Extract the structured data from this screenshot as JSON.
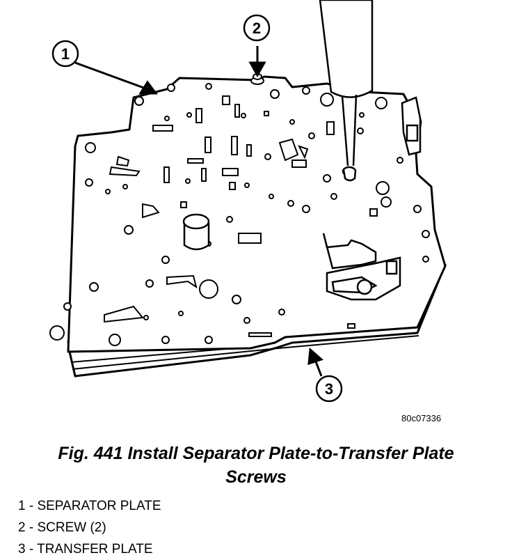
{
  "callouts": [
    {
      "number": "1",
      "target": "separator plate"
    },
    {
      "number": "2",
      "target": "screw"
    },
    {
      "number": "3",
      "target": "transfer plate"
    }
  ],
  "figure_id": "80c07336",
  "caption": {
    "line1": "Fig. 441 Install Separator Plate-to-Transfer Plate",
    "line2": "Screws"
  },
  "legend": [
    "1 - SEPARATOR PLATE",
    "2 - SCREW (2)",
    "3 - TRANSFER PLATE"
  ]
}
